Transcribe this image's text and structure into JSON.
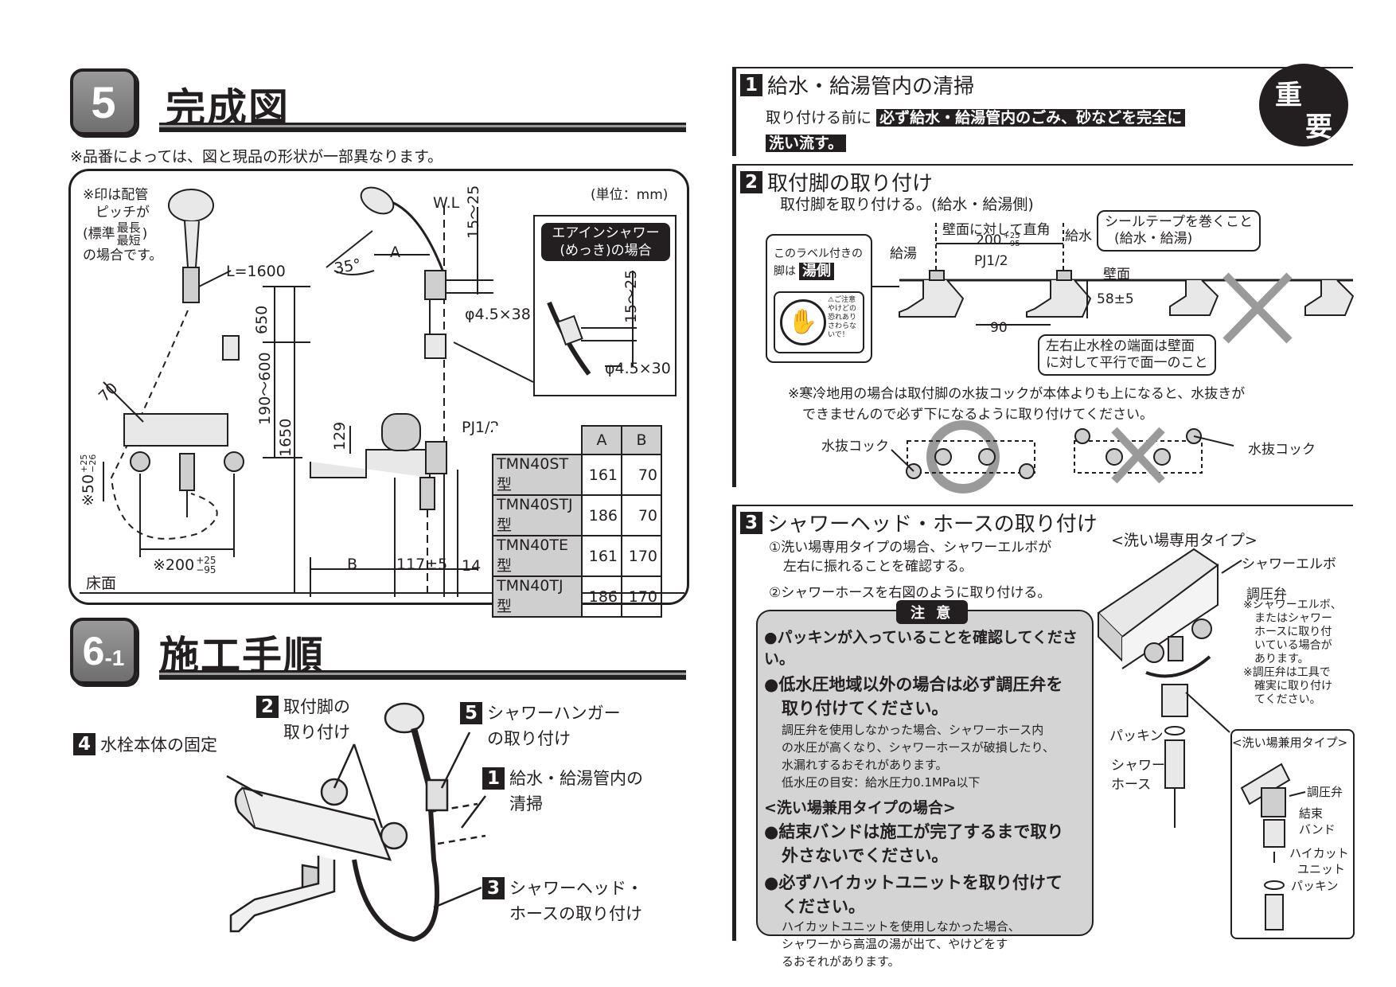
{
  "section5": {
    "number": "5",
    "title": "完成図",
    "note": "※品番によっては、図と現品の形状が一部異なります。",
    "unit": "(単位：mm)",
    "pitch_note": [
      "※印は配管",
      "ピッチが",
      "(標準",
      "最長",
      "最短",
      ")",
      "の場合です。"
    ],
    "L": "L=1600",
    "WL": "W.L",
    "angle": "35°",
    "A": "A",
    "B": "B",
    "dim_15_25": "15～25",
    "phi38": "φ4.5×38",
    "aershower_title_1": "エアインシャワー",
    "aershower_title_2": "(めっき)の場合",
    "phi30": "φ4.5×30",
    "dim_15_25b": "15～25",
    "d650": "650",
    "d190_600": "190～600",
    "d1650": "1650",
    "d70": "70",
    "d129": "129",
    "pj": "PJ1/2",
    "d50": "※50",
    "d50_tol": [
      "+25",
      "−26"
    ],
    "d200": "※200",
    "d200_tol": [
      "+25",
      "−95"
    ],
    "d117": "117±5",
    "d14": "14",
    "floor": "床面",
    "table": {
      "headers": [
        "",
        "A",
        "B"
      ],
      "rows": [
        {
          "model": "TMN40ST型",
          "a": "161",
          "b": "70"
        },
        {
          "model": "TMN40STJ型",
          "a": "186",
          "b": "70"
        },
        {
          "model": "TMN40TE型",
          "a": "161",
          "b": "170"
        },
        {
          "model": "TMN40TJ型",
          "a": "186",
          "b": "170"
        }
      ]
    }
  },
  "section6": {
    "number": "6",
    "sub": "-1",
    "title": "施工手順",
    "steps": {
      "s2": {
        "n": "2",
        "line1": "取付脚の",
        "line2": "取り付け"
      },
      "s5": {
        "n": "5",
        "line1": "シャワーハンガー",
        "line2": "の取り付け"
      },
      "s4": {
        "n": "4",
        "line1": "水栓本体の固定"
      },
      "s1": {
        "n": "1",
        "line1": "給水・給湯管内の",
        "line2": "清掃"
      },
      "s3": {
        "n": "3",
        "line1": "シャワーヘッド・",
        "line2": "ホースの取り付け"
      }
    }
  },
  "right": {
    "step1": {
      "n": "1",
      "title": "給水・給湯管内の清掃",
      "text_pre": "取り付ける前に",
      "text_hl1": "必ず給水・給湯管内のごみ、砂などを完全に",
      "text_hl2": "洗い流す。",
      "badge1": "重",
      "badge2": "要"
    },
    "step2": {
      "n": "2",
      "title": "取付脚の取り付け",
      "subtitle": "取付脚を取り付ける。(給水・給湯側)",
      "label_box": [
        "このラベル付きの",
        "脚は"
      ],
      "hot_side": "湯側",
      "caution_small": [
        "⚠ご注意",
        "やけどの",
        "恐れあり",
        "さわらな",
        "いで！"
      ],
      "hot": "給湯",
      "right_angle": "壁面に対して直角",
      "d200": "200",
      "d200_tol": [
        "+25",
        "−95"
      ],
      "cold": "給水",
      "seal": [
        "シールテープを巻くこと",
        "(給水・給湯)"
      ],
      "pj": "PJ1/2",
      "wall": "壁面",
      "d58": "58±5",
      "d90": "90",
      "parallel": [
        "左右止水栓の端面は壁面",
        "に対して平行で面一のこと"
      ],
      "cold_region": [
        "※寒冷地用の場合は取付脚の水抜コックが本体よりも上になると、水抜きが",
        "できませんので必ず下になるように取り付けてください。"
      ],
      "drain1": "水抜コック",
      "drain2": "水抜コック"
    },
    "step3": {
      "n": "3",
      "title": "シャワーヘッド・ホースの取り付け",
      "item1": [
        "①洗い場専用タイプの場合、シャワーエルボが",
        "左右に振れることを確認する。"
      ],
      "item2": "②シャワーホースを右図のように取り付ける。",
      "type_a": "<洗い場専用タイプ>",
      "elbow": "シャワーエルボ",
      "valve": "調圧弁",
      "valve_note": [
        "※シャワーエルボ、",
        "またはシャワー",
        "ホースに取り付",
        "いている場合が",
        "あります。",
        "※調圧弁は工具で",
        "確実に取り付け",
        "てください。"
      ],
      "packing": "パッキン",
      "hose": [
        "シャワー",
        "ホース"
      ],
      "type_b": "<洗い場兼用タイプ>",
      "valve2": "調圧弁",
      "band": [
        "結束",
        "バンド"
      ],
      "hicut": [
        "ハイカット",
        "ユニット"
      ],
      "packing2": "パッキン",
      "caution": {
        "title": "注 意",
        "c1": "●パッキンが入っていることを確認してください。",
        "c2a": "●低水圧地域以外の場合は必ず調圧弁を",
        "c2b": "取り付けてください。",
        "c2_body": [
          "調圧弁を使用しなかった場合、シャワーホース内",
          "の水圧が高くなり、シャワーホースが破損したり、",
          "水漏れするおそれがあります。",
          "低水圧の目安：給水圧力0.1MPa以下"
        ],
        "sub": "<洗い場兼用タイプの場合>",
        "c3a": "●結束バンドは施工が完了するまで取り",
        "c3b": "外さないでください。",
        "c4a": "●必ずハイカットユニットを取り付けて",
        "c4b": "ください。",
        "c4_body": [
          "ハイカットユニットを使用しなかった場合、",
          "シャワーから高温の湯が出て、やけどをす",
          "るおそれがあります。"
        ]
      }
    }
  },
  "colors": {
    "ink": "#231f20",
    "gray": "#9a9a9a",
    "panel": "#d4d4d4"
  }
}
